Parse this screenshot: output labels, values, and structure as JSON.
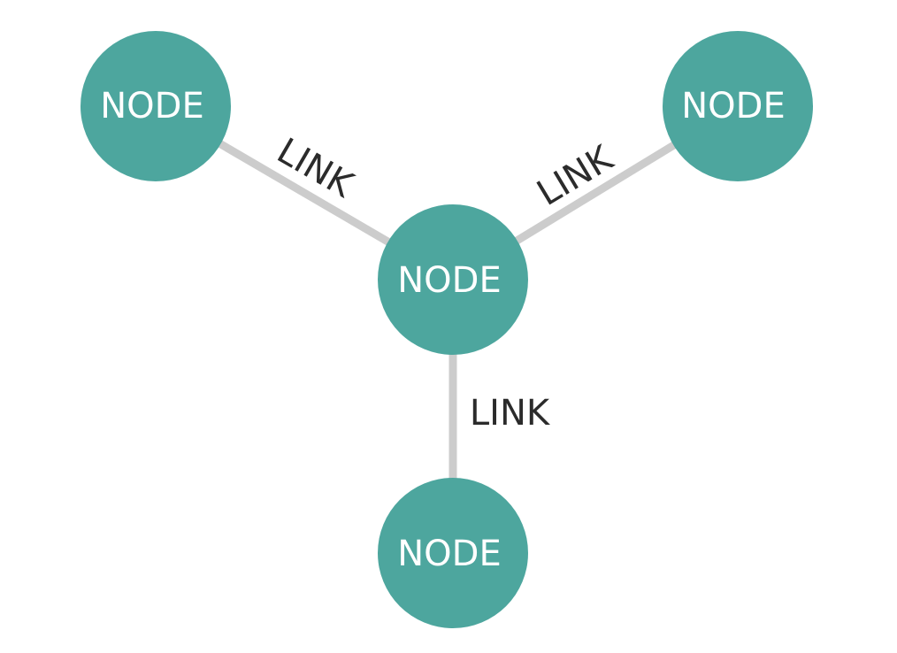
{
  "colors": {
    "node_fill": "#4da69e",
    "node_text": "#ffffff",
    "link_stroke": "#cccccc",
    "link_text": "#2b2b2b",
    "background": "#ffffff"
  },
  "nodes": {
    "top_left": {
      "label": "NODE"
    },
    "top_right": {
      "label": "NODE"
    },
    "center": {
      "label": "NODE"
    },
    "bottom": {
      "label": "NODE"
    }
  },
  "links": {
    "center_to_top_left": {
      "label": "LINK"
    },
    "center_to_top_right": {
      "label": "LINK"
    },
    "center_to_bottom": {
      "label": "LINK"
    }
  }
}
